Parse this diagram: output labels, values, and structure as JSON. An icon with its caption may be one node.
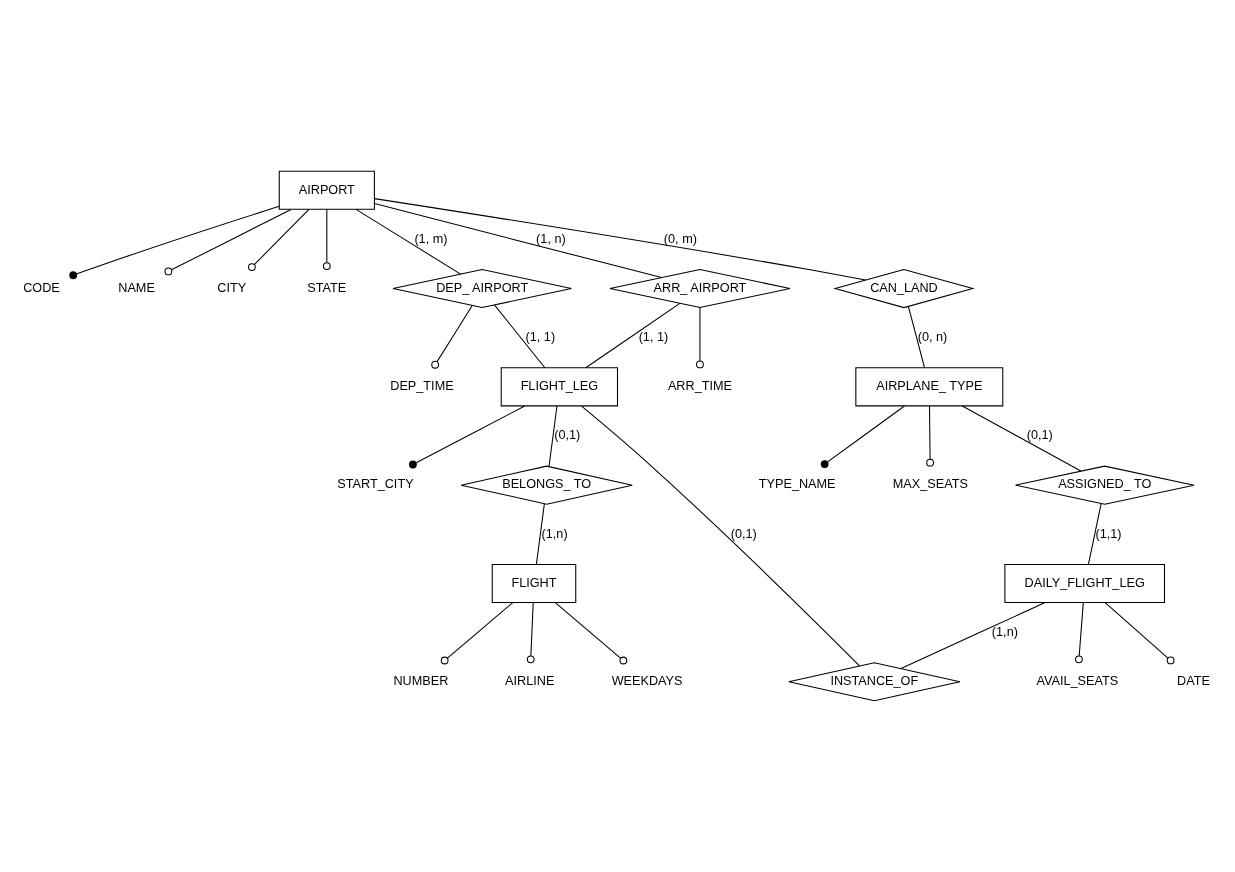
{
  "diagram": {
    "nodes": [
      {
        "text": [
          "AIRPORT"
        ]
      },
      {
        "text": [
          "CODE"
        ]
      },
      {
        "text": [
          "NAME"
        ]
      },
      {
        "text": [
          "CITY"
        ]
      },
      {
        "text": [
          "STATE"
        ]
      },
      {
        "text": [
          "DEP_ AIRPORT"
        ]
      },
      {
        "text": [
          "DEP_TIME"
        ]
      },
      {
        "text": [
          "FLIGHT_LEG"
        ]
      },
      {
        "text": [
          "START_CITY"
        ]
      },
      {
        "text": [
          "ARR_ AIRPORT"
        ]
      },
      {
        "text": [
          "ARR_TIME"
        ]
      },
      {
        "text": [
          "CAN_LAND"
        ]
      },
      {
        "text": [
          "BELONGS_ TO"
        ]
      },
      {
        "text": [
          "AIRPLANE_ TYPE"
        ]
      },
      {
        "text": [
          "TYPE_NAME"
        ]
      },
      {
        "text": [
          "MAX_SEATS"
        ]
      },
      {
        "text": [
          "FLIGHT"
        ]
      },
      {
        "text": [
          "NUMBER"
        ]
      },
      {
        "text": [
          "AIRLINE"
        ]
      },
      {
        "text": [
          "WEEKDAYS"
        ]
      },
      {
        "text": [
          "ASSIGNED_ TO"
        ]
      },
      {
        "text": [
          "DAILY_FLIGHT_LEG"
        ]
      },
      {
        "text": [
          "INSTANCE_OF"
        ]
      },
      {
        "text": [
          "AVAIL_SEATS"
        ]
      },
      {
        "text": [
          "DATE"
        ]
      }
    ],
    "edges": [
      {
        "from": 0,
        "to": 1,
        "arrow": "other"
      },
      {
        "from": 0,
        "to": 2,
        "arrow": "other"
      },
      {
        "from": 0,
        "to": 3,
        "arrow": "other"
      },
      {
        "from": 0,
        "to": 4,
        "arrow": "other"
      },
      {
        "from": 0,
        "to": 5,
        "arrow": "none",
        "label": "(1, m)"
      },
      {
        "from": 5,
        "to": 6,
        "arrow": "other"
      },
      {
        "from": 5,
        "to": 7,
        "arrow": "none",
        "label": "(1, 1)"
      },
      {
        "from": 7,
        "to": 8,
        "arrow": "other"
      },
      {
        "from": 0,
        "to": 9,
        "arrow": "none",
        "label": "(1, n)"
      },
      {
        "from": 9,
        "to": 7,
        "arrow": "none",
        "label": "(1, 1)"
      },
      {
        "from": 9,
        "to": 10,
        "arrow": "other"
      },
      {
        "from": 0,
        "to": 11,
        "arrow": "none",
        "label": "(0, m)"
      },
      {
        "from": 11,
        "to": 13,
        "arrow": "none",
        "label": "(0, n)"
      },
      {
        "from": 13,
        "to": 14,
        "arrow": "other"
      },
      {
        "from": 13,
        "to": 15,
        "arrow": "other"
      },
      {
        "from": 7,
        "to": 12,
        "arrow": "none",
        "label": "(0,1)"
      },
      {
        "from": 12,
        "to": 16,
        "arrow": "none",
        "label": "(1,n)"
      },
      {
        "from": 16,
        "to": 17,
        "arrow": "other"
      },
      {
        "from": 16,
        "to": 18,
        "arrow": "other"
      },
      {
        "from": 16,
        "to": 19,
        "arrow": "other"
      },
      {
        "from": 13,
        "to": 20,
        "arrow": "none",
        "label": "(0,1)"
      },
      {
        "from": 20,
        "to": 21,
        "arrow": "none",
        "label": "(1,1)"
      },
      {
        "from": 21,
        "to": 22,
        "arrow": "none",
        "label": "(1,n)"
      },
      {
        "from": 7,
        "to": 22,
        "arrow": "none",
        "label": "(0,1)"
      },
      {
        "from": 21,
        "to": 23,
        "arrow": "other"
      },
      {
        "from": 21,
        "to": 24,
        "arrow": "other"
      }
    ]
  }
}
